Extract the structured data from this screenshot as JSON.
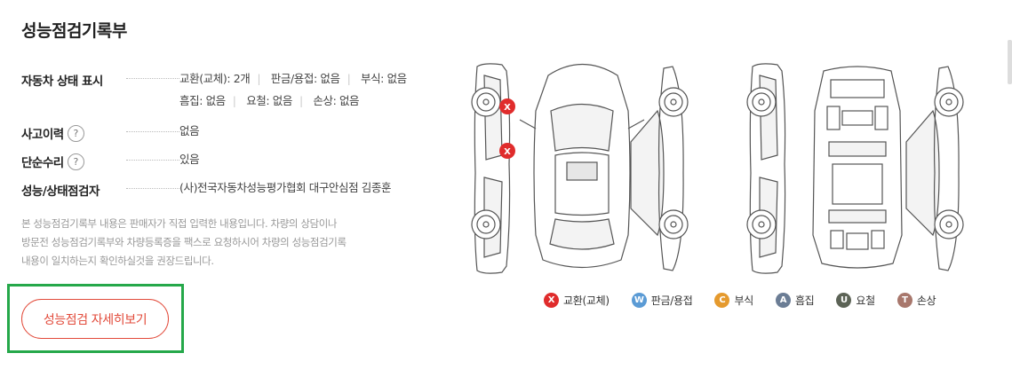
{
  "title": "성능점검기록부",
  "rows": {
    "status": {
      "label": "자동차 상태 표시",
      "line1": [
        "교환(교체): 2개",
        "판금/용접: 없음",
        "부식: 없음"
      ],
      "line2": [
        "흠집: 없음",
        "요철: 없음",
        "손상: 없음"
      ]
    },
    "accident": {
      "label": "사고이력",
      "help": "?",
      "value": "없음"
    },
    "repair": {
      "label": "단순수리",
      "help": "?",
      "value": "있음"
    },
    "inspector": {
      "label": "성능/상태점검자",
      "value": "(사)전국자동차성능평가협회 대구안심점 김종훈"
    }
  },
  "note": {
    "line1": "본 성능점검기록부 내용은 판매자가 직접 입력한 내용입니다. 차량의 상담이나",
    "line2": "방문전 성능점검기록부와 차량등록증을 팩스로 요청하시어 차량의 성능점검기록",
    "line3": "내용이 일치하는지 확인하실것을 권장드립니다."
  },
  "detail_button": "성능점검 자세히보기",
  "diagram": {
    "marker_letter": "X",
    "marker_color": "#e02c2c"
  },
  "legend": [
    {
      "letter": "X",
      "label": "교환(교체)",
      "color": "#e02c2c"
    },
    {
      "letter": "W",
      "label": "판금/용접",
      "color": "#5b9bd5"
    },
    {
      "letter": "C",
      "label": "부식",
      "color": "#e59a2e"
    },
    {
      "letter": "A",
      "label": "흠집",
      "color": "#6b7d95"
    },
    {
      "letter": "U",
      "label": "요철",
      "color": "#5c6356"
    },
    {
      "letter": "T",
      "label": "손상",
      "color": "#a8776c"
    }
  ]
}
